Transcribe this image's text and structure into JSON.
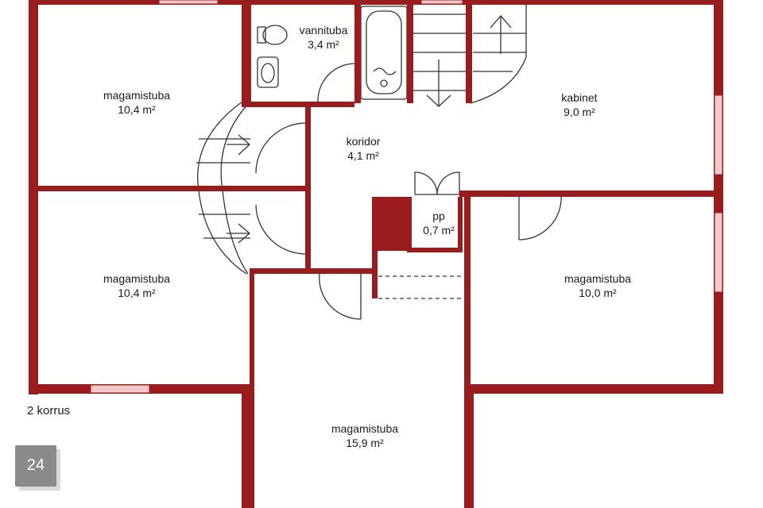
{
  "rooms": [
    {
      "id": "bed1",
      "name": "magamistuba",
      "area": "10,4 m²"
    },
    {
      "id": "bath",
      "name": "vannituba",
      "area": "3,4 m²"
    },
    {
      "id": "study",
      "name": "kabinet",
      "area": "9,0 m²"
    },
    {
      "id": "corridor",
      "name": "koridor",
      "area": "4,1 m²"
    },
    {
      "id": "bed2",
      "name": "magamistuba",
      "area": "10,4 m²"
    },
    {
      "id": "pp",
      "name": "pp",
      "area": "0,7 m²"
    },
    {
      "id": "bed3",
      "name": "magamistuba",
      "area": "10,0 m²"
    },
    {
      "id": "bed4",
      "name": "magamistuba",
      "area": "15,9 m²"
    }
  ],
  "floor_label": "2 korrus",
  "page_badge": "24",
  "colors": {
    "wall": "#9b1c1c",
    "window": "#f2c8c8",
    "fixture": "#333333",
    "background": "#ffffff"
  }
}
